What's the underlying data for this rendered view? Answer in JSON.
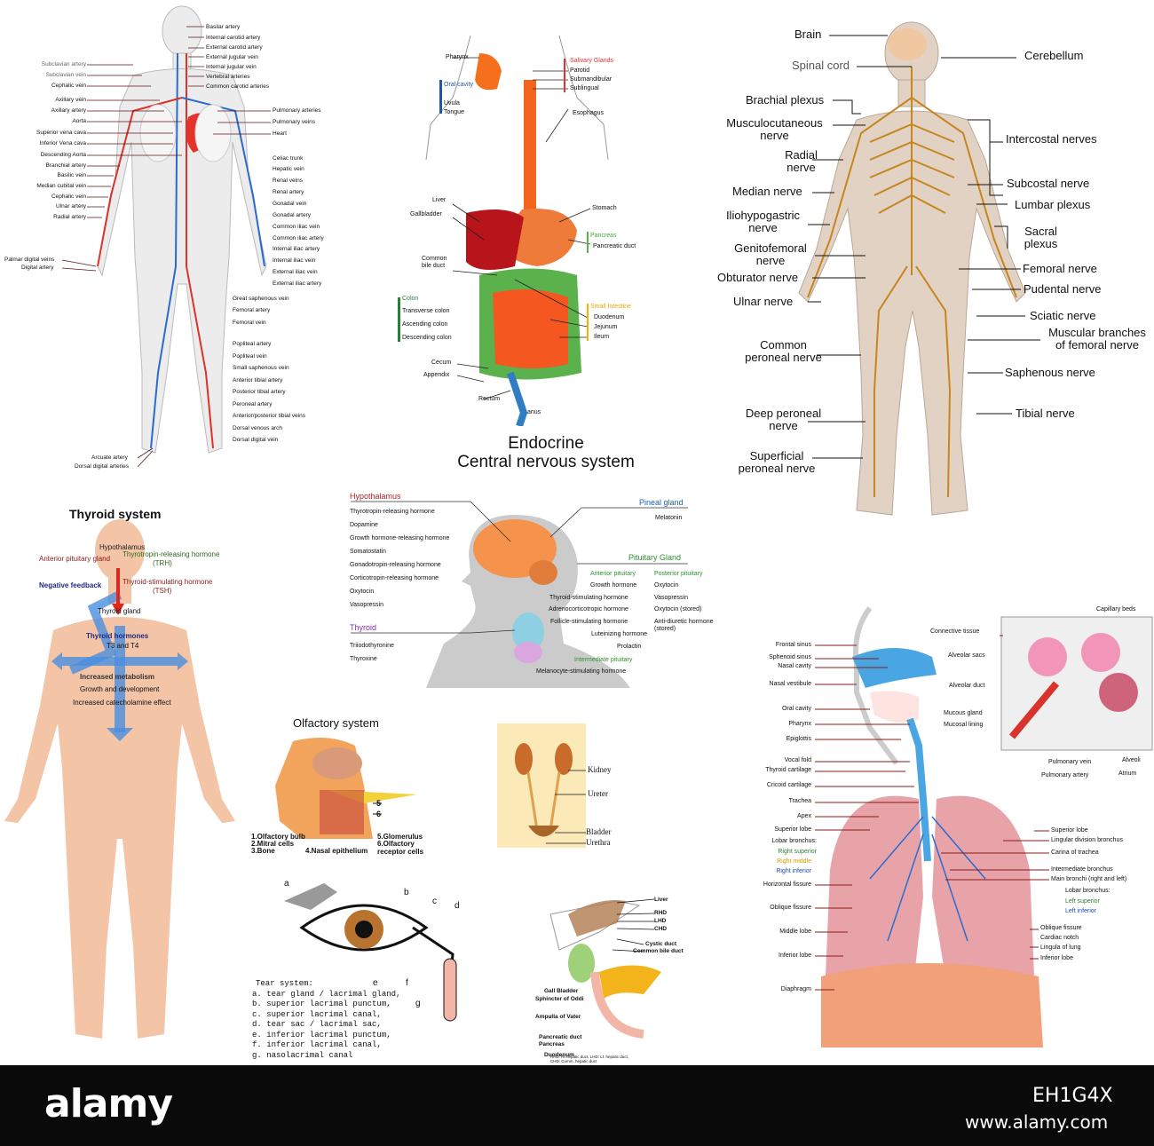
{
  "colors": {
    "skin": "#f3c4a6",
    "artery": "#d9332b",
    "vein": "#2a6bd1",
    "nerve": "#c9932a",
    "digest": "#f06a2a",
    "lung": "#e7a3a8",
    "bg_footer": "#0a0a0a"
  },
  "circulatory": {
    "left": [
      "Subclavian artery",
      "Subclavian vein",
      "Cephalic vein",
      "Axillary vein",
      "Axillary artery",
      "Aorta",
      "Superior vena cava",
      "Inferior Vena cava",
      "Descending Aorta",
      "Branchial artery",
      "Basilic vein",
      "Median cubital vein",
      "Cephalic vein",
      "Ulnar artery",
      "Radial artery"
    ],
    "hand": [
      "Palmar digital veins",
      "Digital artery"
    ],
    "right": [
      "Basilar artery",
      "Internal carotid artery",
      "External carotid artery",
      "External jugular vein",
      "Internal jugular vein",
      "Vertebral arteries",
      "Common carotid arteries",
      "Pulmonary arteries",
      "Pulmonary veins",
      "Heart",
      "Celiac trunk",
      "Hepatic vein",
      "Renal veins",
      "Renal artery",
      "Gonadal vein",
      "Gonadal artery",
      "Common iliac vein",
      "Common iliac artery",
      "Internal iliac artery",
      "Internal iliac vein",
      "External iliac vein",
      "External iliac artery",
      "Great saphenous vein",
      "Femoral artery",
      "Femoral vein",
      "Popliteal artery",
      "Popliteal vein",
      "Small saphenous vein",
      "Anterior tibial artery",
      "Posterior tibial artery",
      "Peroneal artery",
      "Anterior/posterior tibial veins",
      "Dorsal venous arch",
      "Dorsal digital vein"
    ],
    "foot": [
      "Arcuate artery",
      "Dorsal digital arteries"
    ]
  },
  "digestive": {
    "left_top": [
      "Pharynx",
      "Oral cavity",
      "Uvula",
      "Tongue"
    ],
    "salivary_title": "Salivary Glands",
    "salivary": [
      "Parotid",
      "Submandibular",
      "Sublingual"
    ],
    "esophagus": "Esophagus",
    "left_mid": [
      "Liver",
      "Gallbladder",
      "Common bile duct"
    ],
    "stomach": "Stomach",
    "pancreas_title": "Pancreas",
    "pancreatic_duct": "Pancreatic duct",
    "colon_title": "Colon",
    "colon": [
      "Transverse colon",
      "Ascending colon",
      "Descending colon"
    ],
    "small_title": "Small Intestine",
    "small": [
      "Duodenum",
      "Jejunum",
      "Ileum"
    ],
    "left_low": [
      "Cecum",
      "Appendix"
    ],
    "rectum": "Rectum",
    "anus": "anus"
  },
  "nervous": {
    "left": [
      "Brain",
      "Spinal cord",
      "Brachial plexus",
      "Musculocutaneous nerve",
      "Radial nerve",
      "Median nerve",
      "Iliohypogastric nerve",
      "Genitofemoral nerve",
      "Obturator nerve",
      "Ulnar nerve",
      "Common peroneal nerve",
      "Deep peroneal nerve",
      "Superficial peroneal nerve"
    ],
    "right": [
      "Cerebellum",
      "Intercostal nerves",
      "Subcostal nerve",
      "Lumbar plexus",
      "Sacral plexus",
      "Femoral nerve",
      "Pudental nerve",
      "Sciatic nerve",
      "Muscular branches of femoral nerve",
      "Saphenous nerve",
      "Tibial nerve"
    ]
  },
  "endocrine": {
    "title1": "Endocrine",
    "title2": "Central nervous system",
    "hypothalamus_title": "Hypothalamus",
    "hypothalamus": [
      "Thyrotropin-releasing hormone",
      "Dopamine",
      "Growth hormone-releasing hormone",
      "Somatostatin",
      "Gonadotropin-releasing hormone",
      "Corticotropin-releasing hormone",
      "Oxytocin",
      "Vasopressin"
    ],
    "thyroid_title": "Thyroid",
    "thyroid": [
      "Triiodothyronine",
      "Thyroxine"
    ],
    "pineal_title": "Pineal gland",
    "pineal": "Melatonin",
    "pituitary_title": "Pituitary Gland",
    "anterior_title": "Anterior pituitary",
    "anterior": [
      "Growth hormone",
      "Thyroid-stimulating hormone",
      "Adrenocorticotropic hormone",
      "Follicle-stimulating hormone",
      "Luteinizing hormone",
      "Prolactin"
    ],
    "posterior_title": "Posterior pituitary",
    "posterior": [
      "Oxytocin",
      "Vasopressin",
      "Oxytocin (stored)",
      "Anti-diuretic hormone (stored)"
    ],
    "intermediate_title": "Intermediate pituitary",
    "intermediate": "Melanocyte-stimulating hormone"
  },
  "thyroid_sys": {
    "title": "Thyroid system",
    "labels": [
      "Hypothalamus",
      "Anterior pituitary gland",
      "Thyrotropin-releasing hormone",
      "(TRH)",
      "Negative feedback",
      "Thyroid-stimulating hormone",
      "(TSH)",
      "Thyroid gland",
      "Thyroid hormones",
      "T3 and T4",
      "Increased metabolism",
      "Growth and development",
      "Increased catecholamine effect"
    ]
  },
  "olfactory": {
    "title": "Olfactory system",
    "nums": [
      "5",
      "6"
    ],
    "legend": [
      "1.Olfactory bulb",
      "2.Mitral cells",
      "3.Bone",
      "4.Nasal epithelium",
      "5.Glomerulus",
      "6.Olfactory receptor cells"
    ]
  },
  "urinary": [
    "Kidney",
    "Ureter",
    "Bladder",
    "Urethra"
  ],
  "tear": {
    "letters": [
      "a",
      "b",
      "c",
      "d",
      "e",
      "f",
      "g"
    ],
    "title": "Tear system:",
    "items": [
      "a. tear gland / lacrimal gland,",
      "b. superior lacrimal punctum,",
      "c. superior lacrimal canal,",
      "d. tear sac / lacrimal sac,",
      "e. inferior lacrimal punctum,",
      "f. inferior lacrimal canal,",
      "g. nasolacrimal canal"
    ]
  },
  "biliary": {
    "right": [
      "Liver",
      "RHD",
      "LHD",
      "CHD",
      "Cystic duct",
      "Common bile duct"
    ],
    "left": [
      "Gall Bladder",
      "Sphincter of Oddi",
      "Ampulla of Vater",
      "Pancreatic duct",
      "Pancreas",
      "Duodenum"
    ],
    "note1": "RHD: Rt hepatic duct, LHD: Lt. hepatic duct,",
    "note2": "CHD: Comm. hepatic duct"
  },
  "respiratory": {
    "left": [
      "Frontal sinus",
      "Sphenoid sinus",
      "Nasal cavity",
      "Nasal vestibule",
      "Oral cavity",
      "Pharynx",
      "Epiglottis",
      "Vocal fold",
      "Thyroid cartilage",
      "Cricoid cartilage",
      "Trachea",
      "Apex",
      "Superior lobe",
      "Lobar bronchus:",
      "Right superior",
      "Right middle",
      "Right inferior",
      "Horizontal fissure",
      "Oblique fissure",
      "Middle lobe",
      "Inferior lobe",
      "Diaphragm"
    ],
    "inset": [
      "Capillary beds",
      "Connective tissue",
      "Alveolar sacs",
      "Alveolar duct",
      "Mucous gland",
      "Mucosal lining",
      "Pulmonary vein",
      "Pulmonary artery",
      "Alveoli",
      "Atrium"
    ],
    "right": [
      "Superior lobe",
      "Lingular division bronchus",
      "Carina of trachea",
      "Intermediate bronchus",
      "Main bronchi (right and left)",
      "Lobar bronchus:",
      "Left superior",
      "Left inferior",
      "Oblique fissure",
      "Cardiac notch",
      "Lingula of lung",
      "Inferior lobe"
    ]
  },
  "footer": {
    "logo": "alamy",
    "code": "EH1G4X",
    "url": "www.alamy.com"
  }
}
